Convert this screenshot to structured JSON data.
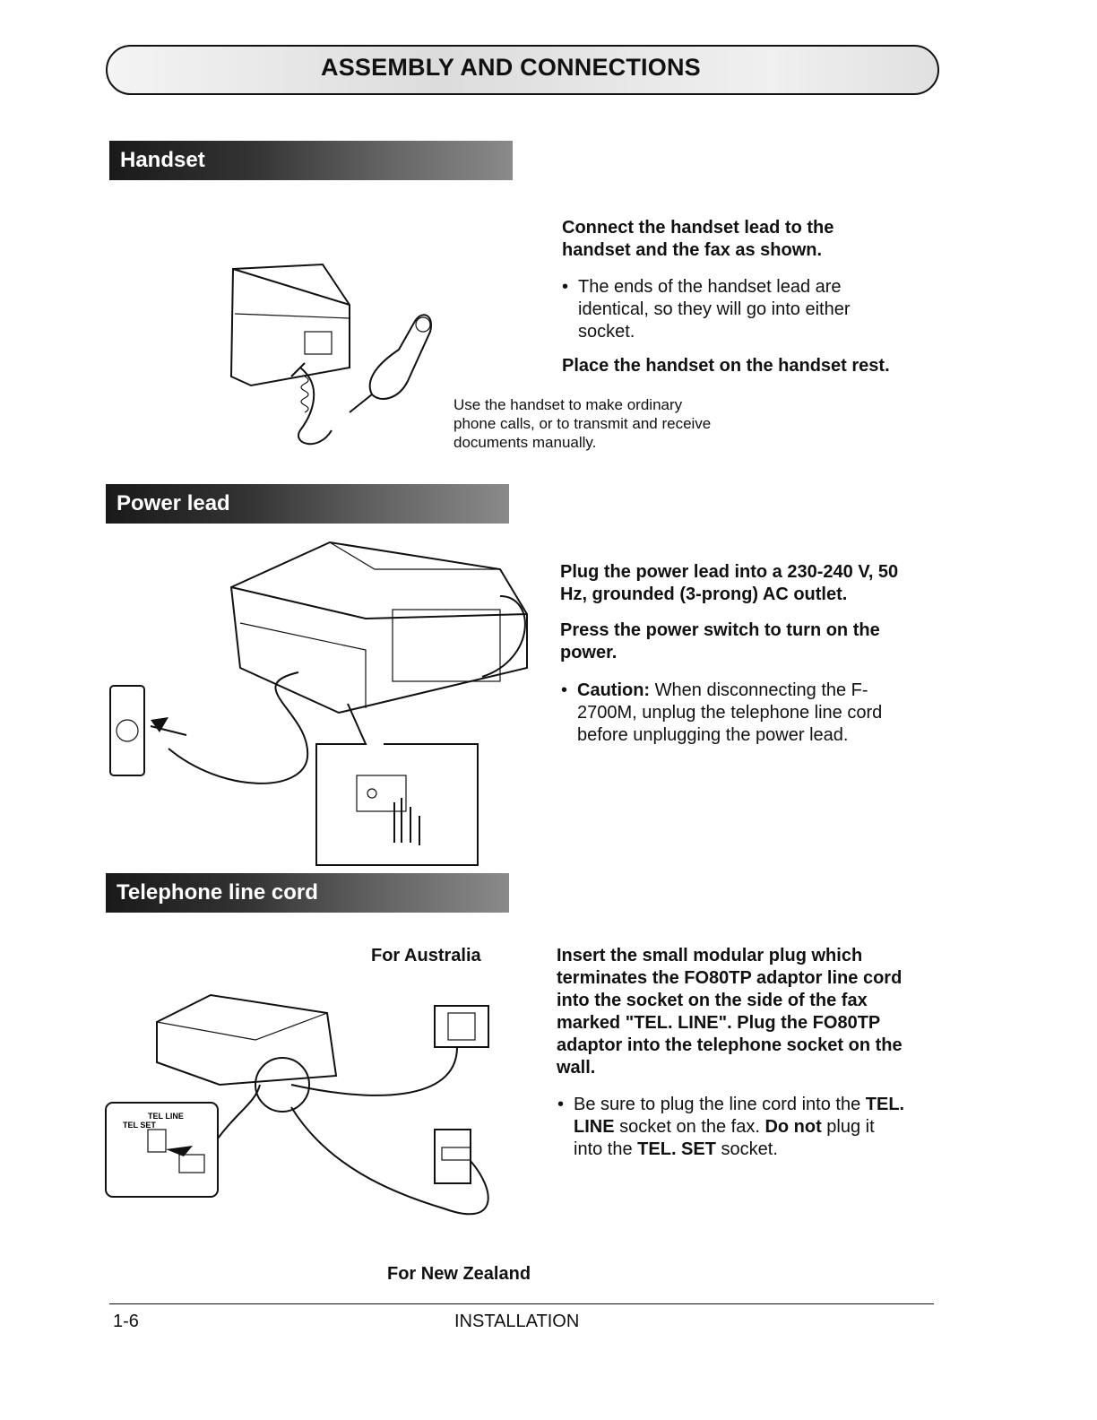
{
  "header": {
    "title": "ASSEMBLY AND CONNECTIONS"
  },
  "sections": {
    "handset": {
      "heading": "Handset",
      "instruction1": "Connect the handset lead to the handset and the fax as shown.",
      "bullet1": "The ends of the handset lead are identical, so they will go into either socket.",
      "instruction2": "Place the handset on the handset rest.",
      "caption": "Use the handset to make ordinary phone calls, or to transmit and receive documents manually."
    },
    "power": {
      "heading": "Power lead",
      "instruction1": "Plug the power lead into a 230-240 V, 50 Hz, grounded (3-prong) AC outlet.",
      "instruction2": "Press the power switch to turn on the power.",
      "caution_label": "Caution:",
      "caution_text": " When disconnecting the F-2700M, unplug the telephone line cord before unplugging the power lead."
    },
    "telephone": {
      "heading": "Telephone line cord",
      "label_australia": "For Australia",
      "label_newzealand": "For New Zealand",
      "instruction1": "Insert the small modular plug which terminates the FO80TP adaptor line cord into the socket on the side of the fax marked \"TEL. LINE\". Plug the FO80TP adaptor into the telephone socket on the wall.",
      "bullet1_part1": "Be sure to plug the line cord into the ",
      "bullet1_bold1": "TEL. LINE",
      "bullet1_part2": " socket on the fax. ",
      "bullet1_bold2": "Do not",
      "bullet1_part3": " plug it into the ",
      "bullet1_bold3": "TEL. SET",
      "bullet1_part4": " socket.",
      "inset_label_set": "TEL SET",
      "inset_label_line": "TEL LINE"
    }
  },
  "footer": {
    "page_number": "1-6",
    "section": "INSTALLATION"
  }
}
